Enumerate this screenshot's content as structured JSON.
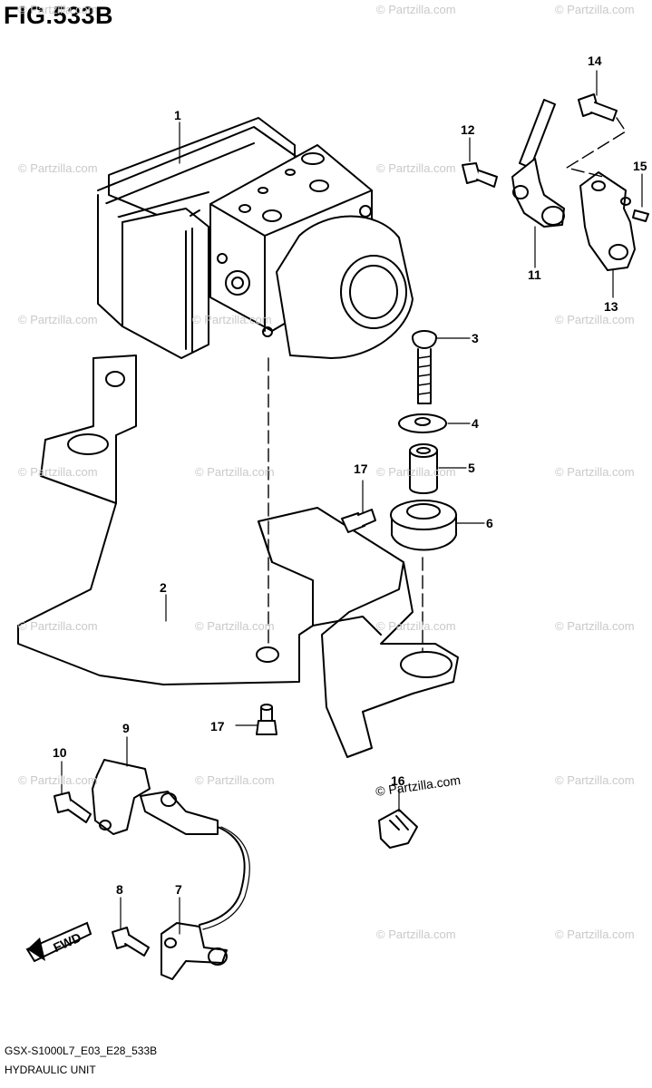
{
  "figure": {
    "title": "FIG.533B"
  },
  "footer": {
    "code": "GSX-S1000L7_E03_E28_533B",
    "name": "HYDRAULIC UNIT"
  },
  "direction_badge": "FWD",
  "watermark": "© Partzilla.com",
  "callouts": [
    {
      "n": "1"
    },
    {
      "n": "2"
    },
    {
      "n": "3"
    },
    {
      "n": "4"
    },
    {
      "n": "5"
    },
    {
      "n": "6"
    },
    {
      "n": "7"
    },
    {
      "n": "8"
    },
    {
      "n": "9"
    },
    {
      "n": "10"
    },
    {
      "n": "11"
    },
    {
      "n": "12"
    },
    {
      "n": "13"
    },
    {
      "n": "14"
    },
    {
      "n": "15"
    },
    {
      "n": "16"
    },
    {
      "n": "17"
    },
    {
      "n": "17"
    }
  ]
}
